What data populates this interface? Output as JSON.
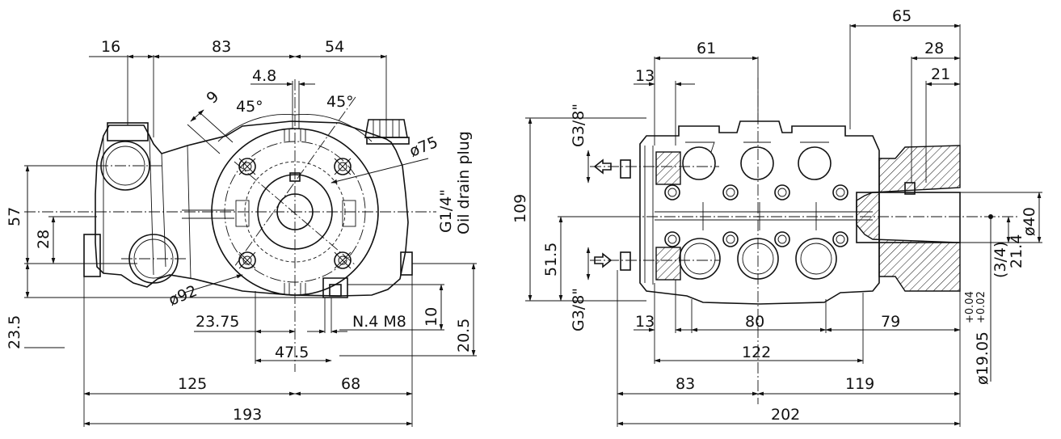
{
  "front_view": {
    "dims": {
      "d16": "16",
      "d83": "83",
      "d54": "54",
      "d4_8": "4.8",
      "d9": "9",
      "a45_left": "45°",
      "a45_right": "45°",
      "phi75": "ø75",
      "phi92": "ø92",
      "port": "G1/4\"",
      "port_label": "Oil drain plug",
      "d57": "57",
      "d28": "28",
      "d23_5": "23.5",
      "d23_75": "23.75",
      "bolts": "N.4 M8",
      "d10": "10",
      "d20_5": "20.5",
      "d47_5": "47.5",
      "d125": "125",
      "d68": "68",
      "d193": "193"
    }
  },
  "side_view": {
    "dims": {
      "d65": "65",
      "d61": "61",
      "d28": "28",
      "d21": "21",
      "d13_top": "13",
      "g38_top": "G3/8\"",
      "d109": "109",
      "d51_5": "51.5",
      "g38_bottom": "G3/8\"",
      "d13_bottom": "13",
      "d80": "80",
      "d79": "79",
      "d122": "122",
      "d83": "83",
      "d119": "119",
      "d202": "202",
      "phi40": "ø40",
      "d21_4": "21.4",
      "frac34": "(3/4)",
      "shaft": "ø19.05",
      "tol_plus": "+0.04",
      "tol_minus": "+0.02"
    }
  }
}
